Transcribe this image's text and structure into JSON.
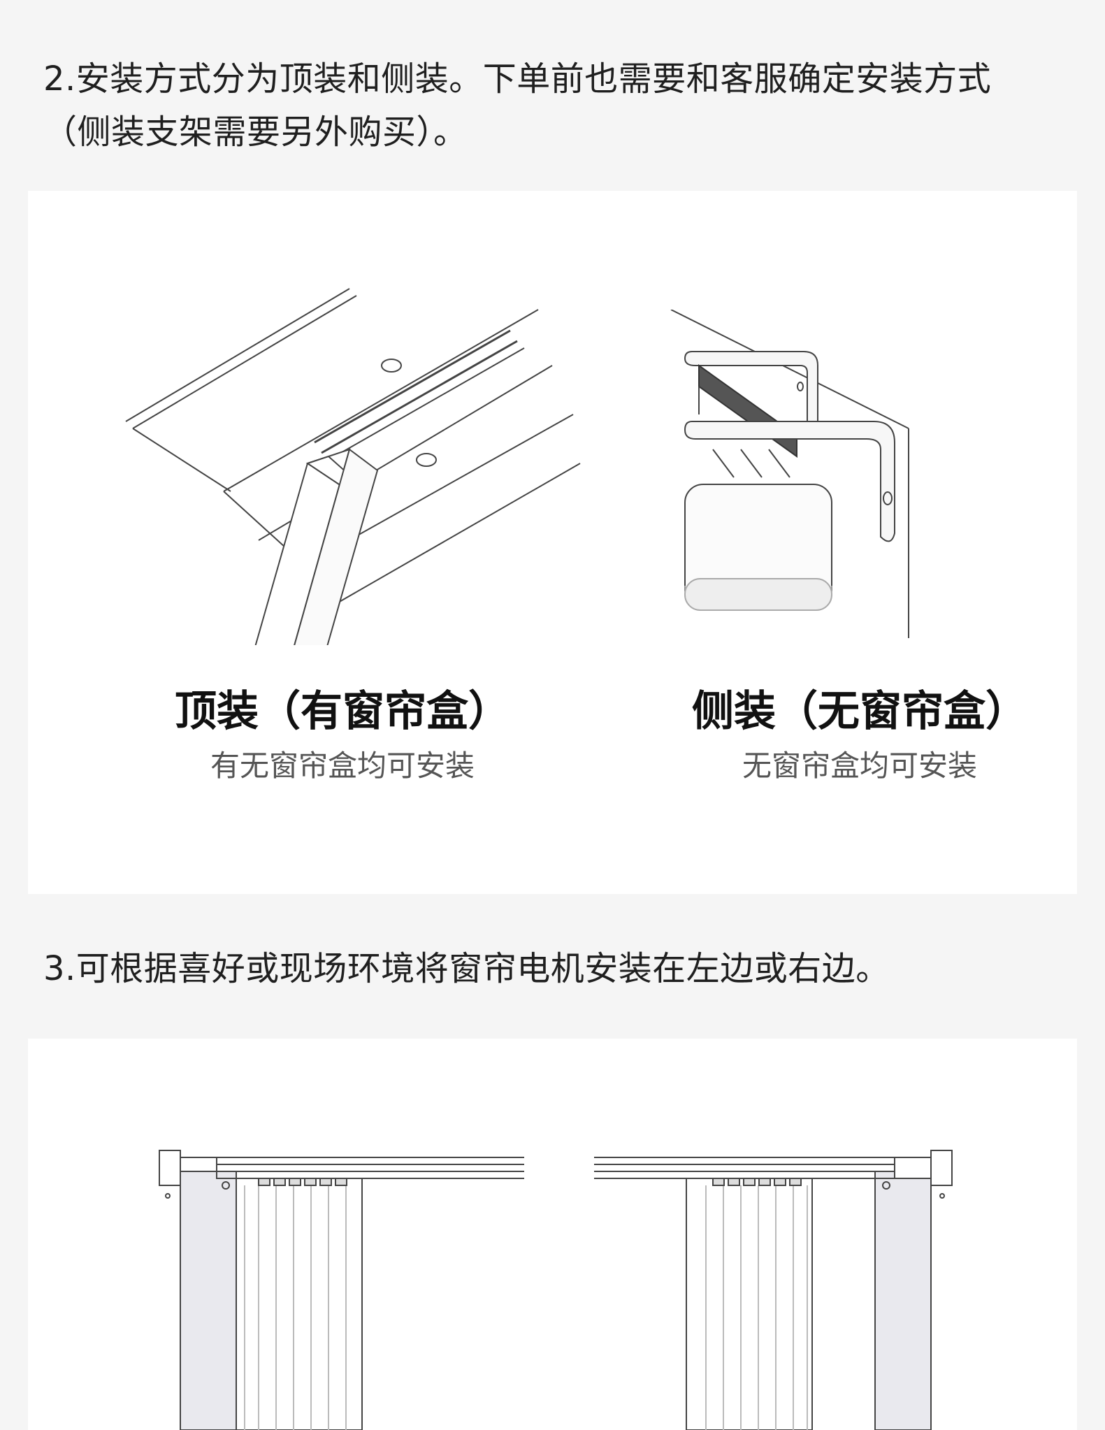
{
  "section2": {
    "text": "2.安装方式分为顶装和侧装。下单前也需要和客服确定安装方式（侧装支架需要另外购买）。"
  },
  "mount_types": [
    {
      "title": "顶装（有窗帘盒）",
      "subtitle": "有无窗帘盒均可安装",
      "illustration": "top-mount-motor-illustration"
    },
    {
      "title": "侧装（无窗帘盒）",
      "subtitle": "无窗帘盒均可安装",
      "illustration": "side-mount-bracket-illustration"
    }
  ],
  "section3": {
    "text": "3.可根据喜好或现场环境将窗帘电机安装在左边或右边。"
  },
  "colors": {
    "page_bg": "#f5f5f5",
    "card_bg": "#ffffff",
    "line": "#333333"
  }
}
